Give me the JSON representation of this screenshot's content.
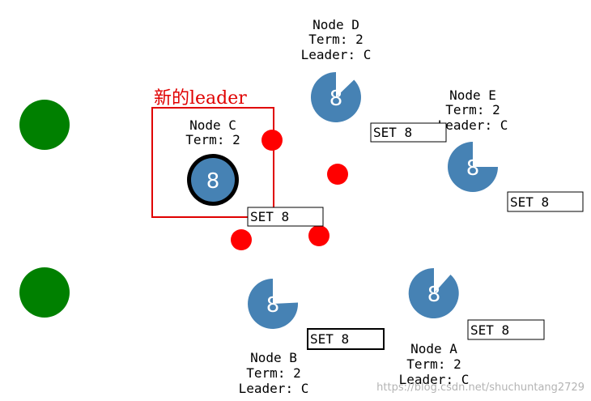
{
  "highlight_label": "新的leader",
  "nodes": [
    {
      "name": "Node C",
      "term": "Term: 2",
      "leader": "",
      "value": "8"
    },
    {
      "name": "Node D",
      "term": "Term: 2",
      "leader": "Leader: C",
      "value": "8"
    },
    {
      "name": "Node E",
      "term": "Term: 2",
      "leader": "Leader: C",
      "value": "8"
    },
    {
      "name": "Node B",
      "term": "Term: 2",
      "leader": "Leader: C",
      "value": "8"
    },
    {
      "name": "Node A",
      "term": "Term: 2",
      "leader": "Leader: C",
      "value": "8"
    }
  ],
  "messages": [
    "SET 8",
    "SET 8",
    "SET 8",
    "SET 8",
    "SET 8"
  ],
  "watermark": "https://blog.csdn.net/shuchuntang2729",
  "colors": {
    "node_fill": "#4682b4",
    "node_text": "#ffffff",
    "client": "#008000",
    "message_dot": "#ff0000",
    "highlight": "#e00000"
  }
}
